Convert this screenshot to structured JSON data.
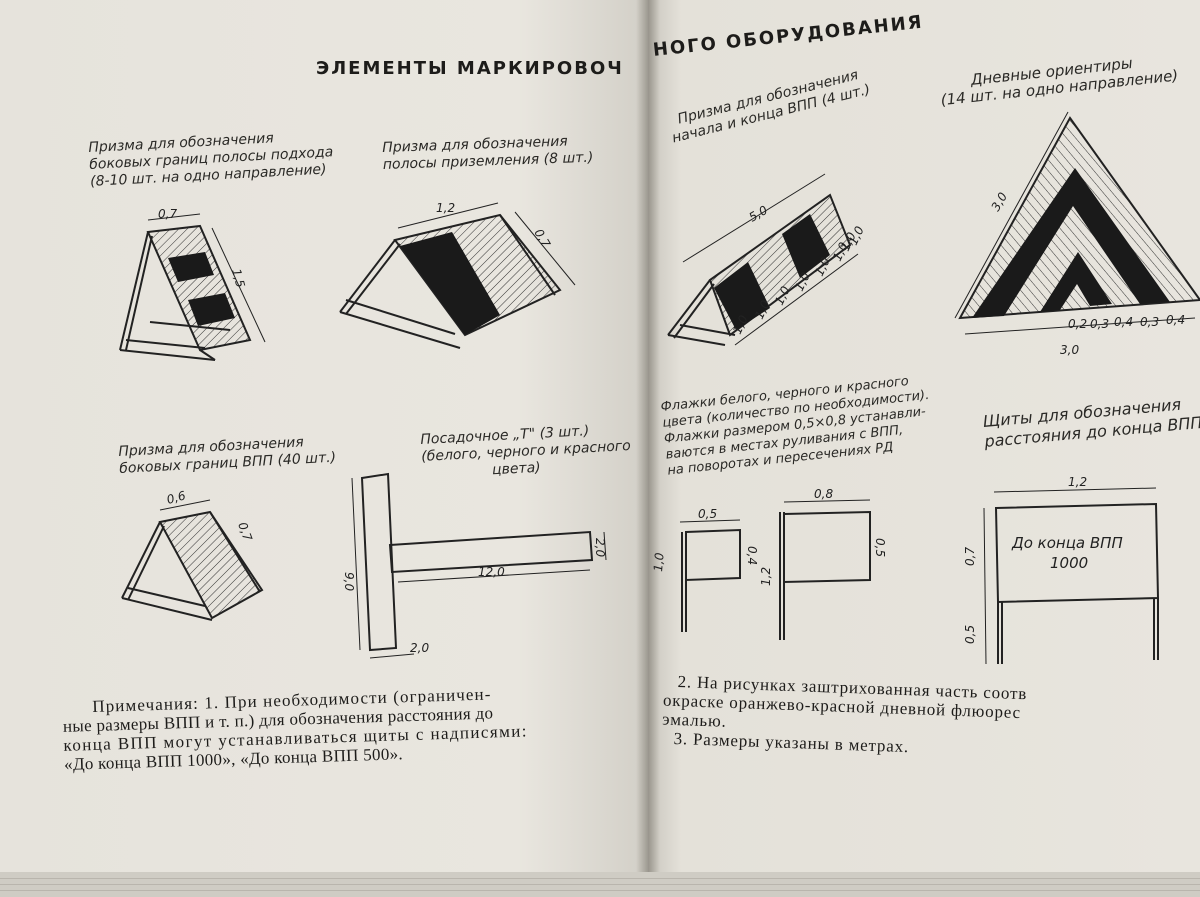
{
  "left_page": {
    "heading": "ЭЛЕМЕНТЫ МАРКИРОВОЧ",
    "fig1": {
      "caption_lines": [
        "Призма для обозначения",
        "боковых границ полосы подхода",
        "(8-10 шт. на одно направление)"
      ],
      "dims": [
        "0,7",
        "1,5"
      ]
    },
    "fig2": {
      "caption_lines": [
        "Призма для обозначения",
        "полосы приземления (8 шт.)"
      ],
      "dims": [
        "1,2",
        "0,7"
      ]
    },
    "fig3": {
      "caption_lines": [
        "Призма для обозначения",
        "боковых границ ВПП (40 шт.)"
      ],
      "dims": [
        "0,6",
        "0,7"
      ]
    },
    "fig4": {
      "caption_lines": [
        "Посадочное „Т\" (3 шт.)",
        "(белого, черного и красного",
        "цвета)"
      ],
      "dims": [
        "9,0",
        "12,0",
        "2,0",
        "2,0"
      ]
    },
    "note_lines": [
      "Примечания: 1. При необходимости (ограничен-",
      "ные размеры ВПП и т. п.) для обозначения расстояния до",
      "конца ВПП могут устанавливаться щиты с надписями:",
      "«До конца ВПП 1000», «До конца ВПП 500»."
    ]
  },
  "right_page": {
    "heading": "НОГО ОБОРУДОВАНИЯ",
    "fig5": {
      "caption_lines": [
        "Призма для обозначения",
        "начала и конца ВПП (4 шт.)"
      ],
      "dims": [
        "5,0",
        "1,0",
        "1,0",
        "1,0",
        "1,0",
        "1,0",
        "1,0",
        "1,0",
        "1,0"
      ]
    },
    "fig6": {
      "caption_lines": [
        "Дневные ориентиры",
        "(14 шт. на одно направление)"
      ],
      "dims": [
        "3,0",
        "0,2",
        "0,3",
        "0,4",
        "0,3",
        "0,4",
        "3,0"
      ]
    },
    "fig7": {
      "caption_lines": [
        "Флажки белого, черного и красного",
        "цвета (количество по необходимости).",
        "Флажки размером 0,5×0,8 устанавли-",
        "ваются в местах руливания с ВПП,",
        "на поворотах и пересечениях РД"
      ],
      "dims": [
        "0,5",
        "0,4",
        "1,0",
        "0,8",
        "0,5",
        "1,2"
      ]
    },
    "fig8": {
      "caption_lines": [
        "Щиты для обозначения",
        "расстояния до конца ВПП"
      ],
      "dims": [
        "1,2",
        "0,7",
        "0,5"
      ],
      "sign_lines": [
        "До конца ВПП",
        "1000"
      ]
    },
    "note_lines": [
      "2. На рисунках заштрихованная часть соотв",
      "окраске оранжево-красной дневной флюорес",
      "эмалью.",
      "3. Размеры указаны в метрах."
    ]
  }
}
